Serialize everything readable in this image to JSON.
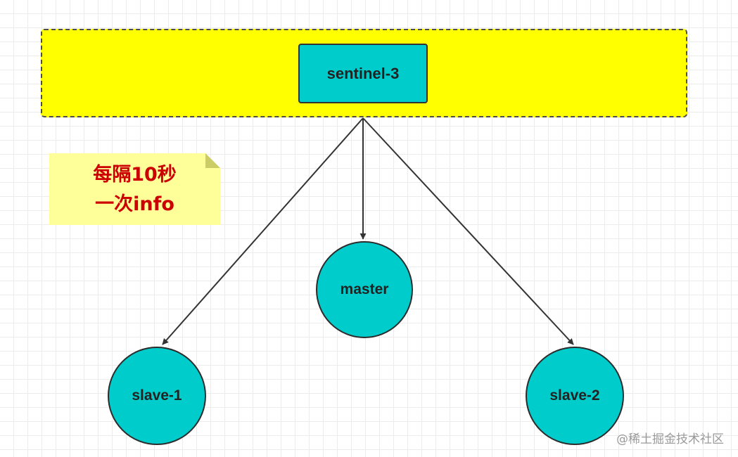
{
  "diagram": {
    "group_zone": {
      "fill": "#ffff00",
      "border": "dashed"
    },
    "sentinel": {
      "label": "sentinel-3",
      "fill": "#00cccc"
    },
    "note": {
      "line1": "每隔10秒",
      "line2": "一次info",
      "text_color": "#cc0000",
      "fill": "#ffff99"
    },
    "nodes": {
      "master": {
        "label": "master"
      },
      "slave1": {
        "label": "slave-1"
      },
      "slave2": {
        "label": "slave-2"
      }
    },
    "node_fill": "#00cccc",
    "edges": [
      {
        "from": "sentinel-3",
        "to": "slave-1"
      },
      {
        "from": "sentinel-3",
        "to": "master"
      },
      {
        "from": "sentinel-3",
        "to": "slave-2"
      }
    ]
  },
  "watermark": "@稀土掘金技术社区"
}
